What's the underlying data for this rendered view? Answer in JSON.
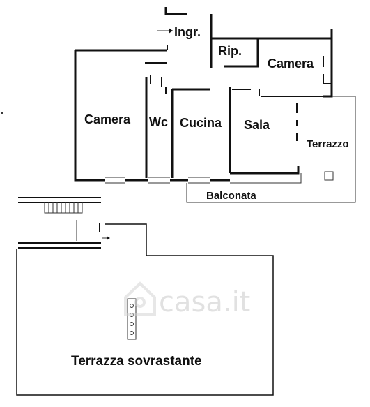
{
  "rooms": {
    "ingresso": "Ingr.",
    "ripostiglio": "Rip.",
    "camera_right": "Camera",
    "camera_left": "Camera",
    "wc": "Wc",
    "cucina": "Cucina",
    "sala": "Sala",
    "terrazzo": "Terrazzo",
    "balconata": "Balconata",
    "terrazza_sovrastante": "Terrazza sovrastante"
  },
  "watermark": {
    "text": "casa.it",
    "icon": "house-logo-icon"
  },
  "colors": {
    "wall": "#111111",
    "background": "#ffffff",
    "watermark": "#c9c9c9"
  }
}
